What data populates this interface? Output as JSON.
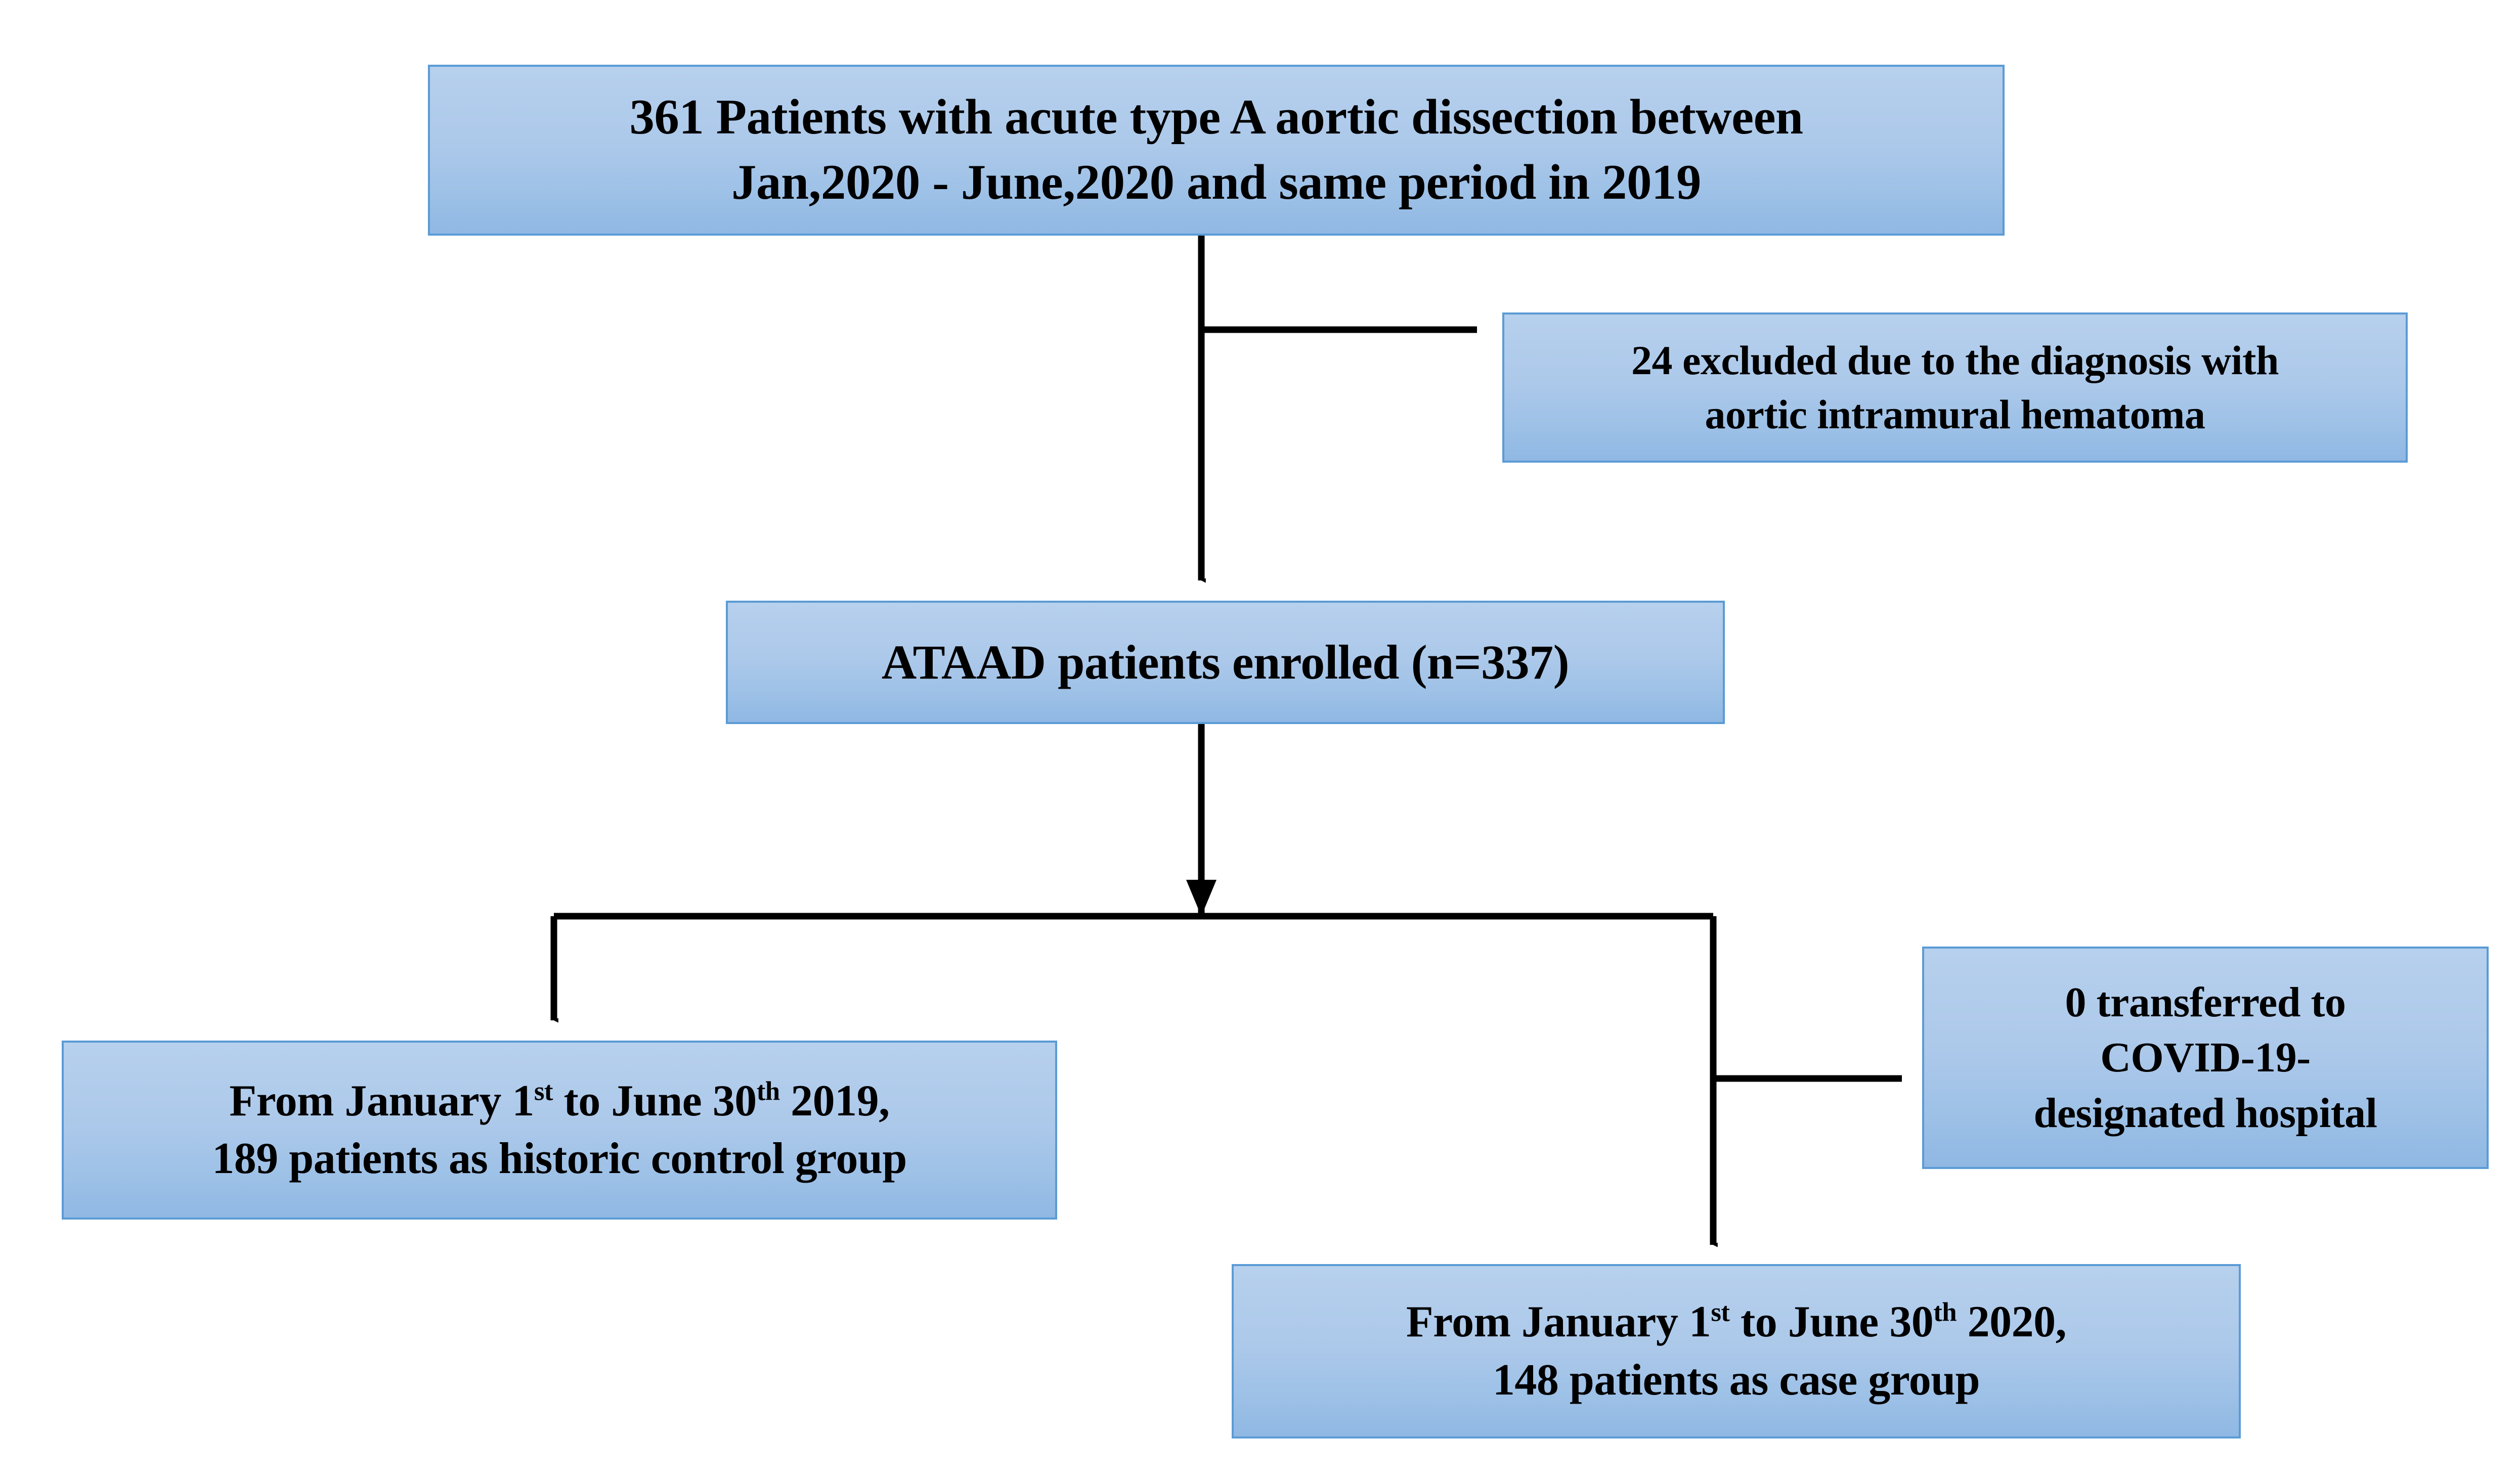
{
  "diagram": {
    "title": "ATAAD patient enrollment flow diagram",
    "colors": {
      "box_fill_top": "#b6d0ed",
      "box_fill_bottom": "#8fb8e3",
      "box_border": "#5b9bd5",
      "arrow": "#000000",
      "text": "#000000",
      "background": "#ffffff"
    },
    "nodes": {
      "total": {
        "line1": "361 Patients with acute type A aortic dissection between",
        "line2": "Jan,2020 - June,2020 and same period in 2019",
        "count": 361
      },
      "excluded": {
        "line1": "24 excluded due to the diagnosis with",
        "line2": "aortic intramural hematoma",
        "count": 24
      },
      "enrolled": {
        "text": "ATAAD patients enrolled (n=337)",
        "count": 337
      },
      "control_2019": {
        "line1_pre": "From January 1",
        "line1_sup1": "st",
        "line1_mid": " to June 30",
        "line1_sup2": "th",
        "line1_post": " 2019,",
        "line2": "189 patients as historic control group",
        "count": 189
      },
      "covid": {
        "line1": "0 transferred to",
        "line2": "COVID-19-",
        "line3": "designated hospital",
        "count": 0
      },
      "case_2020": {
        "line1_pre": "From January 1",
        "line1_sup1": "st",
        "line1_mid": " to June 30",
        "line1_sup2": "th",
        "line1_post": " 2020,",
        "line2": "148 patients as case group",
        "count": 148
      }
    },
    "edges": [
      {
        "name": "total-to-enrolled",
        "from": "total",
        "to": "enrolled",
        "kind": "vertical-arrow"
      },
      {
        "name": "total-to-excluded",
        "from": "total",
        "to": "excluded",
        "kind": "elbow-right-arrow"
      },
      {
        "name": "enrolled-to-split",
        "from": "enrolled",
        "to": "split-bar",
        "kind": "vertical-line"
      },
      {
        "name": "split-to-control-2019",
        "from": "split-bar",
        "to": "control_2019",
        "kind": "vertical-arrow"
      },
      {
        "name": "split-to-case-2020",
        "from": "split-bar",
        "to": "case_2020",
        "kind": "vertical-arrow"
      },
      {
        "name": "case-branch-to-covid",
        "from": "split-to-case-2020",
        "to": "covid",
        "kind": "elbow-right-arrow"
      }
    ]
  }
}
